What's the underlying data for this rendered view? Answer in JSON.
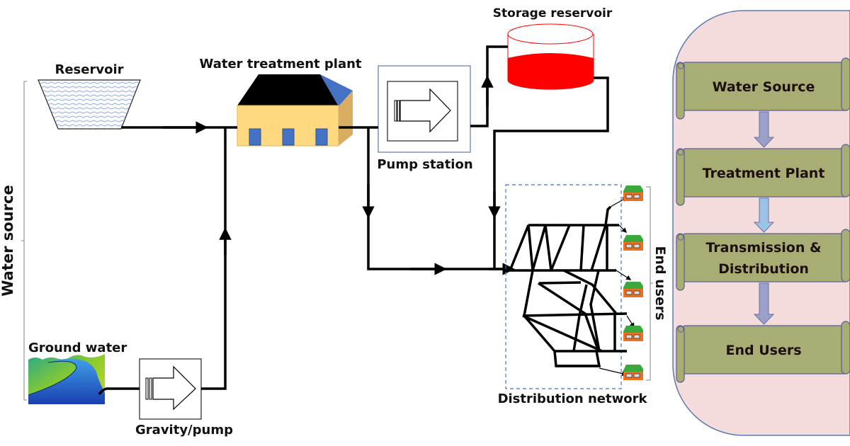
{
  "diagram": {
    "labels": {
      "water_source": "Water source",
      "reservoir": "Reservoir",
      "ground_water": "Ground water",
      "gravity_pump": "Gravity/pump",
      "treatment_plant": "Water treatment plant",
      "pump_station": "Pump station",
      "storage_reservoir": "Storage reservoir",
      "distribution_network": "Distribution network",
      "end_users": "End users"
    },
    "flowchart": {
      "steps": [
        {
          "label_lines": [
            "Water Source"
          ]
        },
        {
          "label_lines": [
            "Treatment Plant"
          ]
        },
        {
          "label_lines": [
            "Transmission &",
            "Distribution"
          ]
        },
        {
          "label_lines": [
            "End Users"
          ]
        }
      ]
    },
    "colors": {
      "pipe": "#000000",
      "reservoir_water": "#4472c4",
      "plant_wall": "#ffd97f",
      "plant_roof": "#000000",
      "plant_roof_side": "#4472c4",
      "plant_windows": "#4472c4",
      "storage_tank": "#ff0000",
      "flow_panel_bg": "#f4dcdc",
      "flow_panel_border": "#5b7bb0",
      "scroll_fill": "#a8ad73",
      "scroll_border": "#5a5f9a",
      "arrow_purple": "#9aa0c8",
      "arrow_blue": "#9cc3e6",
      "house_roof": "#3aa83a",
      "house_wall": "#f07020"
    }
  }
}
